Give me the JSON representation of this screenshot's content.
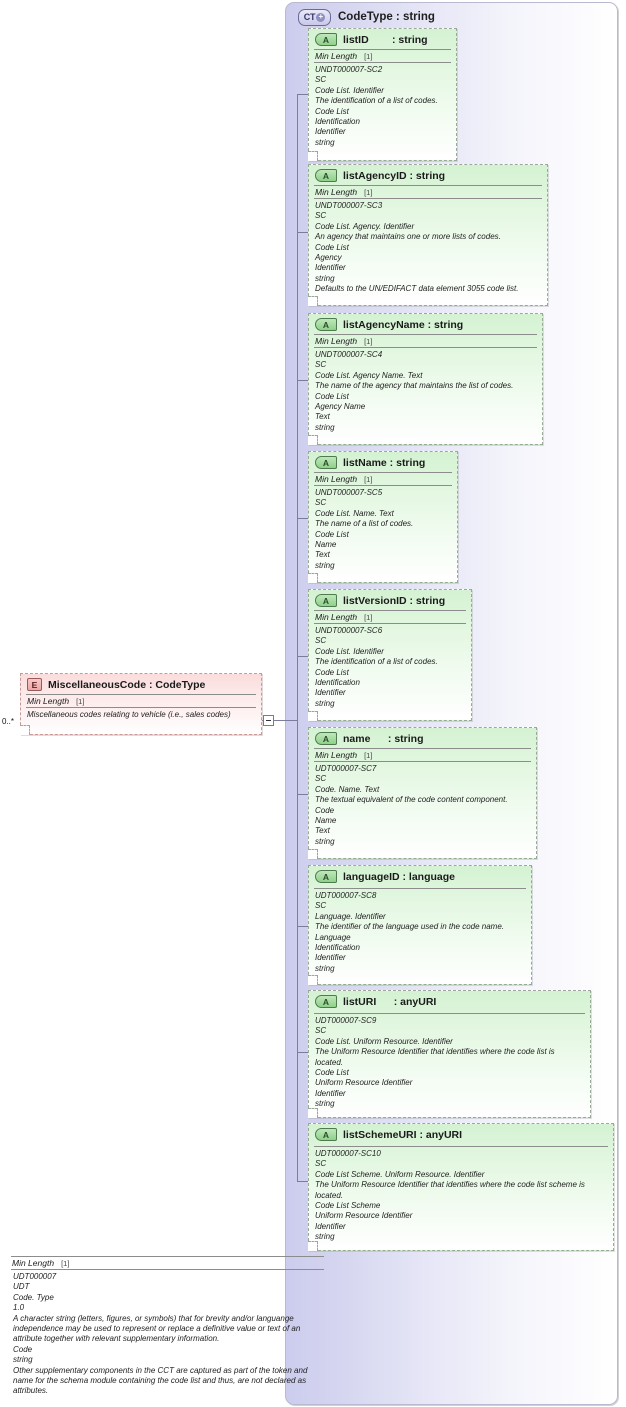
{
  "diagram": {
    "type": "xsd-schema-diagram",
    "container": {
      "icon": "complex-type-icon",
      "icon_label": "CT",
      "title": "CodeType : string"
    },
    "element": {
      "icon": "element-icon",
      "icon_label": "E",
      "name": "MiscellaneousCode : CodeType",
      "cardinality": "0..*",
      "facet_label": "Min Length",
      "facet_value": "[1]",
      "documentation": "Miscellaneous codes relating to vehicle (i.e., sales codes)"
    },
    "attributes": [
      {
        "icon_label": "A",
        "name": "listID        : string",
        "facet_label": "Min Length",
        "facet_value": "[1]",
        "lines": [
          "UNDT000007-SC2",
          "SC",
          "Code List. Identifier",
          "The identification of a list of codes.",
          "Code List",
          "Identification",
          "Identifier",
          "string"
        ]
      },
      {
        "icon_label": "A",
        "name": "listAgencyID : string",
        "facet_label": "Min Length",
        "facet_value": "[1]",
        "lines": [
          "UNDT000007-SC3",
          "SC",
          "Code List. Agency. Identifier",
          "An agency that maintains one or more lists of codes.",
          "Code List",
          "Agency",
          "Identifier",
          "string",
          "Defaults to the UN/EDIFACT data element 3055 code list."
        ]
      },
      {
        "icon_label": "A",
        "name": "listAgencyName : string",
        "facet_label": "Min Length",
        "facet_value": "[1]",
        "lines": [
          "UNDT000007-SC4",
          "SC",
          "Code List. Agency Name. Text",
          "The name of the agency that maintains the list of codes.",
          "Code List",
          "Agency Name",
          "Text",
          "string"
        ]
      },
      {
        "icon_label": "A",
        "name": "listName : string",
        "facet_label": "Min Length",
        "facet_value": "[1]",
        "lines": [
          "UNDT000007-SC5",
          "SC",
          "Code List. Name. Text",
          "The name of a list of codes.",
          "Code List",
          "Name",
          "Text",
          "string"
        ]
      },
      {
        "icon_label": "A",
        "name": "listVersionID : string",
        "facet_label": "Min Length",
        "facet_value": "[1]",
        "lines": [
          "UNDT000007-SC6",
          "SC",
          "Code List. Identifier",
          "The identification of a list of codes.",
          "Code List",
          "Identification",
          "Identifier",
          "string"
        ]
      },
      {
        "icon_label": "A",
        "name": "name      : string",
        "facet_label": "Min Length",
        "facet_value": "[1]",
        "lines": [
          "UDT000007-SC7",
          "SC",
          "Code. Name. Text",
          "The textual equivalent of the code content component.",
          "Code",
          "Name",
          "Text",
          "string"
        ]
      },
      {
        "icon_label": "A",
        "name": "languageID : language",
        "facet_label": null,
        "facet_value": null,
        "lines": [
          "UDT000007-SC8",
          "SC",
          "Language. Identifier",
          "The identifier of the language used in the code name.",
          "Language",
          "Identification",
          "Identifier",
          "string"
        ]
      },
      {
        "icon_label": "A",
        "name": "listURI      : anyURI",
        "facet_label": null,
        "facet_value": null,
        "lines": [
          "UDT000007-SC9",
          "SC",
          "Code List. Uniform Resource. Identifier",
          "The Uniform Resource Identifier that identifies where the code list is located.",
          "Code List",
          "Uniform Resource Identifier",
          "Identifier",
          "string"
        ]
      },
      {
        "icon_label": "A",
        "name": "listSchemeURI : anyURI",
        "facet_label": null,
        "facet_value": null,
        "lines": [
          "UDT000007-SC10",
          "SC",
          "Code List Scheme. Uniform Resource. Identifier",
          "The Uniform Resource Identifier that identifies where the code list scheme is located.",
          "Code List Scheme",
          "Uniform Resource Identifier",
          "Identifier",
          "string"
        ]
      }
    ],
    "footer": {
      "facet_label": "Min Length",
      "facet_value": "[1]",
      "lines": [
        "UDT000007",
        "UDT",
        "Code. Type",
        "1.0",
        "A character string (letters, figures, or symbols) that for brevity and/or languange independence may be used to represent or replace a definitive value or text of an attribute together with relevant supplementary information.",
        "Code",
        "string",
        "Other supplementary components in the CCT are captured as part of the token and name for the schema module containing the code list and thus, are not declared as attributes."
      ]
    },
    "colors": {
      "container_bg": "#d6d6f0",
      "attribute_bg": "#d4f2d2",
      "element_bg": "#fbdcdc",
      "connector": "#7b7b9c"
    }
  }
}
